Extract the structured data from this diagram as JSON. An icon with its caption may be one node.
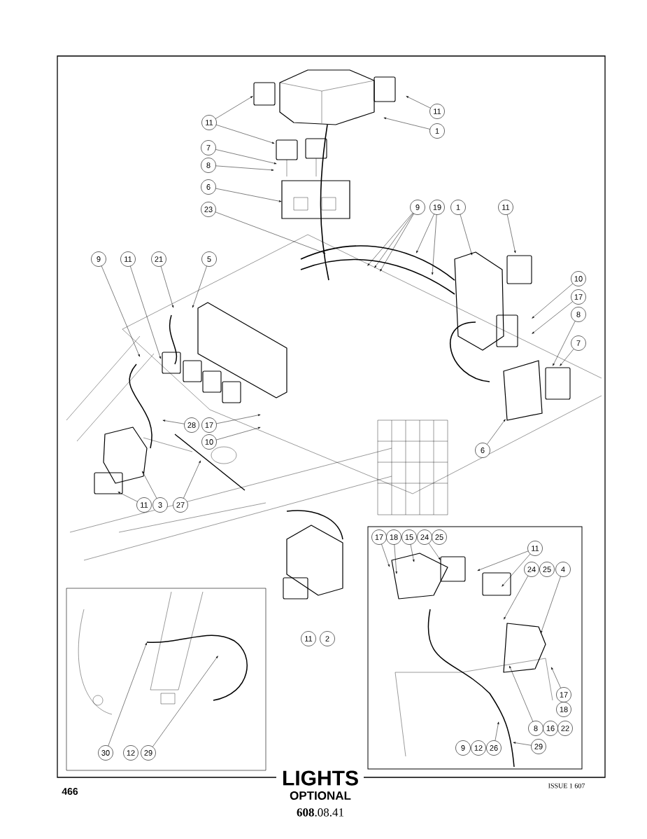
{
  "diagram": {
    "title": "LIGHTS",
    "nodes": [
      {
        "text": [
          "11"
        ]
      },
      {
        "text": [
          "11"
        ]
      },
      {
        "text": [
          "1"
        ]
      },
      {
        "text": [
          "7"
        ]
      },
      {
        "text": [
          "8"
        ]
      },
      {
        "text": [
          "6"
        ]
      },
      {
        "text": [
          "9"
        ]
      },
      {
        "text": [
          "19"
        ]
      },
      {
        "text": [
          "1"
        ]
      },
      {
        "text": [
          "11"
        ]
      },
      {
        "text": [
          "23"
        ]
      },
      {
        "text": [
          "9"
        ]
      },
      {
        "text": [
          "11"
        ]
      },
      {
        "text": [
          "21"
        ]
      },
      {
        "text": [
          "5"
        ]
      },
      {
        "text": [
          "10"
        ]
      },
      {
        "text": [
          "17"
        ]
      },
      {
        "text": [
          "8"
        ]
      },
      {
        "text": [
          "7"
        ]
      },
      {
        "text": [
          "28"
        ]
      },
      {
        "text": [
          "17"
        ]
      },
      {
        "text": [
          "10"
        ]
      },
      {
        "text": [
          "6"
        ]
      },
      {
        "text": [
          "11"
        ]
      },
      {
        "text": [
          "3"
        ]
      },
      {
        "text": [
          "27"
        ]
      },
      {
        "text": [
          "17"
        ]
      },
      {
        "text": [
          "18"
        ]
      },
      {
        "text": [
          "15"
        ]
      },
      {
        "text": [
          "24"
        ]
      },
      {
        "text": [
          "25"
        ]
      },
      {
        "text": [
          "11"
        ]
      },
      {
        "text": [
          "24"
        ]
      },
      {
        "text": [
          "25"
        ]
      },
      {
        "text": [
          "4"
        ]
      },
      {
        "text": [
          "11"
        ]
      },
      {
        "text": [
          "2"
        ]
      },
      {
        "text": [
          "17"
        ]
      },
      {
        "text": [
          "18"
        ]
      },
      {
        "text": [
          "8"
        ]
      },
      {
        "text": [
          "16"
        ]
      },
      {
        "text": [
          "22"
        ]
      },
      {
        "text": [
          "29"
        ]
      },
      {
        "text": [
          "9"
        ]
      },
      {
        "text": [
          "12"
        ]
      },
      {
        "text": [
          "26"
        ]
      },
      {
        "text": [
          "30"
        ]
      },
      {
        "text": [
          "12"
        ]
      },
      {
        "text": [
          "29"
        ]
      }
    ],
    "edges": [
      {
        "from": 0,
        "to": null,
        "arrow": "to"
      },
      {
        "from": 1,
        "to": null,
        "arrow": "to"
      },
      {
        "from": 1,
        "to": null,
        "arrow": "to"
      },
      {
        "from": 2,
        "to": null,
        "arrow": "to"
      },
      {
        "from": 3,
        "to": null,
        "arrow": "to"
      },
      {
        "from": 4,
        "to": null,
        "arrow": "to"
      },
      {
        "from": 5,
        "to": null,
        "arrow": "to"
      },
      {
        "from": 6,
        "to": null,
        "arrow": "to"
      },
      {
        "from": 6,
        "to": null,
        "arrow": "to"
      },
      {
        "from": 6,
        "to": null,
        "arrow": "to"
      },
      {
        "from": 7,
        "to": null,
        "arrow": "to"
      },
      {
        "from": 7,
        "to": null,
        "arrow": "to"
      },
      {
        "from": 8,
        "to": null,
        "arrow": "to"
      },
      {
        "from": 9,
        "to": null,
        "arrow": "to"
      },
      {
        "from": 10,
        "to": null,
        "arrow": "to"
      },
      {
        "from": 11,
        "to": null,
        "arrow": "to"
      },
      {
        "from": 12,
        "to": null,
        "arrow": "to"
      },
      {
        "from": 13,
        "to": null,
        "arrow": "to"
      },
      {
        "from": 14,
        "to": null,
        "arrow": "to"
      },
      {
        "from": 15,
        "to": null,
        "arrow": "to"
      },
      {
        "from": 16,
        "to": null,
        "arrow": "to"
      },
      {
        "from": 17,
        "to": null,
        "arrow": "to"
      },
      {
        "from": 18,
        "to": null,
        "arrow": "to"
      },
      {
        "from": 19,
        "to": null,
        "arrow": "to"
      },
      {
        "from": 20,
        "to": null,
        "arrow": "to"
      },
      {
        "from": 21,
        "to": null,
        "arrow": "to"
      },
      {
        "from": 22,
        "to": null,
        "arrow": "to"
      },
      {
        "from": 23,
        "to": null,
        "arrow": "to"
      },
      {
        "from": 24,
        "to": null,
        "arrow": "to"
      },
      {
        "from": 25,
        "to": null,
        "arrow": "to"
      },
      {
        "from": 26,
        "to": null,
        "arrow": "to"
      },
      {
        "from": 27,
        "to": null,
        "arrow": "to"
      },
      {
        "from": 28,
        "to": null,
        "arrow": "to"
      },
      {
        "from": 29,
        "to": null,
        "arrow": "to"
      },
      {
        "from": 31,
        "to": null,
        "arrow": "to"
      },
      {
        "from": 31,
        "to": null,
        "arrow": "to"
      },
      {
        "from": 32,
        "to": null,
        "arrow": "to"
      },
      {
        "from": 34,
        "to": null,
        "arrow": "to"
      },
      {
        "from": 37,
        "to": null,
        "arrow": "to"
      },
      {
        "from": 39,
        "to": null,
        "arrow": "to"
      },
      {
        "from": 42,
        "to": null,
        "arrow": "to"
      },
      {
        "from": 45,
        "to": null,
        "arrow": "to"
      },
      {
        "from": 46,
        "to": null,
        "arrow": "to"
      },
      {
        "from": 48,
        "to": null,
        "arrow": "to"
      }
    ],
    "labels": [
      "466",
      "OPTIONAL",
      "**608**.08.41",
      "ISSUE 1 607"
    ]
  }
}
